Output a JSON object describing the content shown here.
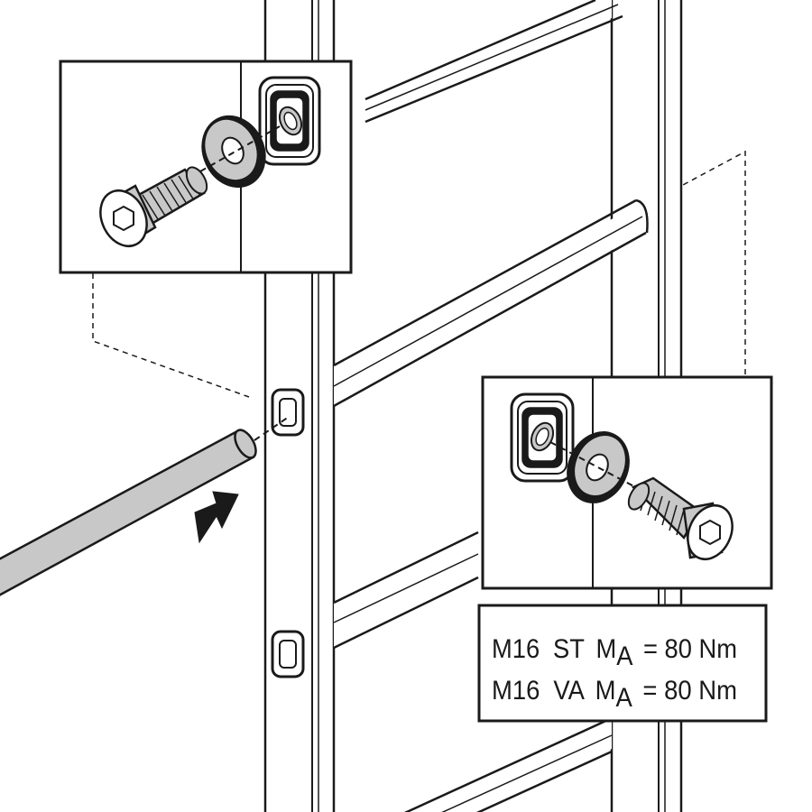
{
  "spec_box": {
    "lines": [
      {
        "size": "M16",
        "material": "ST",
        "symbol": "M",
        "subscript": "A",
        "value": "= 80 Nm"
      },
      {
        "size": "M16",
        "material": "VA",
        "symbol": "M",
        "subscript": "A",
        "value": "= 80 Nm"
      }
    ]
  },
  "colors": {
    "ink": "#1a1a1a",
    "frame": "#ffffff",
    "tube_fill": "#c8c8c8",
    "washer_fill": "#c8c8c8"
  },
  "icons": {
    "arrow": "push-arrow-icon",
    "screw": "countersunk-hex-screw-icon",
    "washer": "washer-icon",
    "nut": "square-insert-nut-icon"
  }
}
